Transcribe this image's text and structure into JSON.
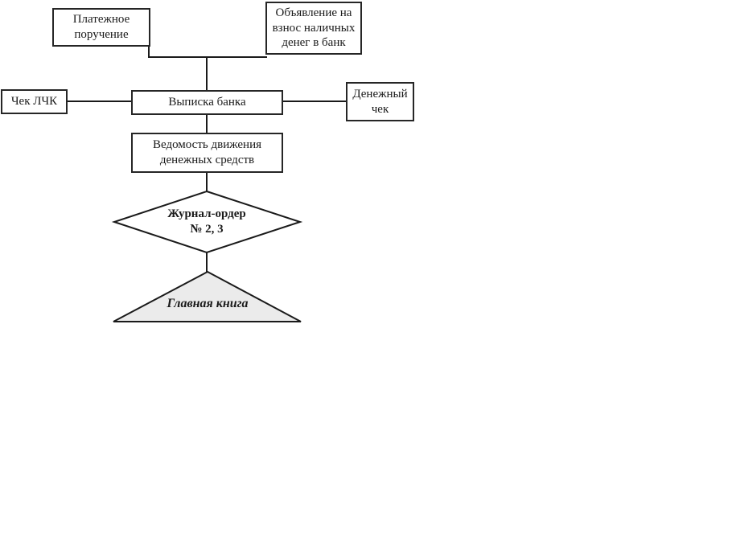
{
  "diagram": {
    "nodes": {
      "payment_order": {
        "label": "Платежное поручение"
      },
      "cash_deposit_announcement": {
        "label": "Объявление на взнос наличных денег в банк"
      },
      "lchk_check": {
        "label": "Чек ЛЧК"
      },
      "bank_statement": {
        "label": "Выписка банка"
      },
      "money_check": {
        "label": "Денежный чек"
      },
      "cash_flow_sheet": {
        "label": "Ведомость движения денежных средств"
      },
      "journal_order": {
        "label_line1": "Журнал-ордер",
        "label_line2": "№ 2, 3"
      },
      "general_ledger": {
        "label": "Главная книга"
      }
    },
    "colors": {
      "line": "#1a1a1a",
      "shape_stroke": "#1a1a1a",
      "diamond_fill": "#ffffff",
      "triangle_fill": "#ebebeb",
      "background": "#ffffff"
    }
  }
}
